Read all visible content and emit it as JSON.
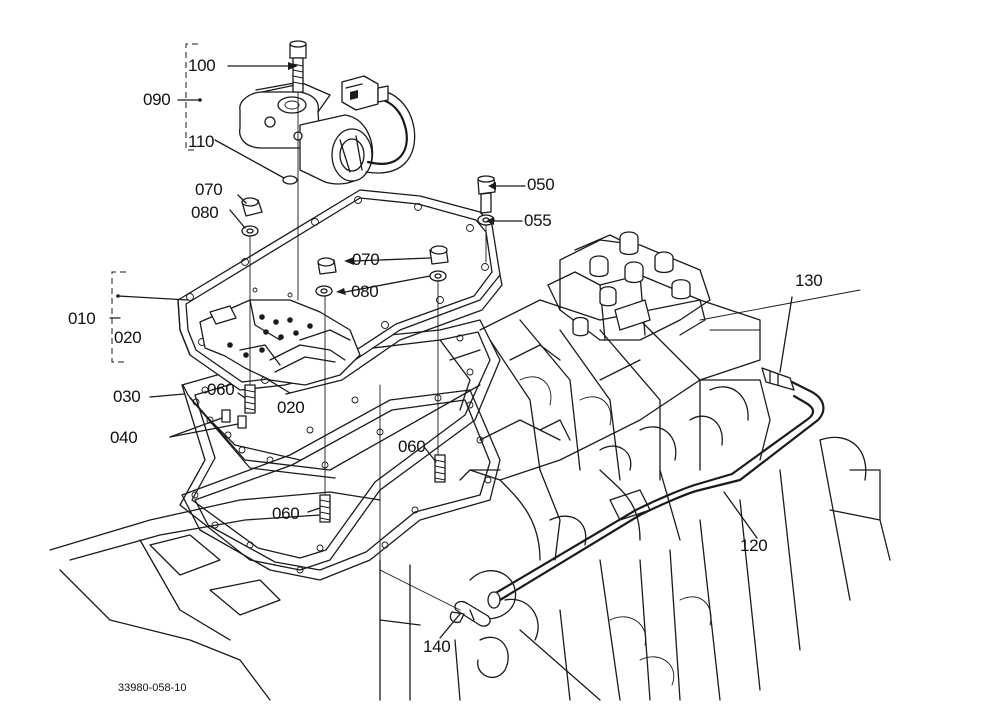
{
  "callouts": {
    "p100": "100",
    "p090": "090",
    "p110": "110",
    "p070a": "070",
    "p080a": "080",
    "p050": "050",
    "p055": "055",
    "p070b": "070",
    "p080b": "080",
    "p010": "010",
    "p020a": "020",
    "p030": "030",
    "p060a": "060",
    "p020b": "020",
    "p040": "040",
    "p060b": "060",
    "p060c": "060",
    "p130": "130",
    "p120": "120",
    "p140": "140"
  },
  "figure_code": "33980-058-10"
}
